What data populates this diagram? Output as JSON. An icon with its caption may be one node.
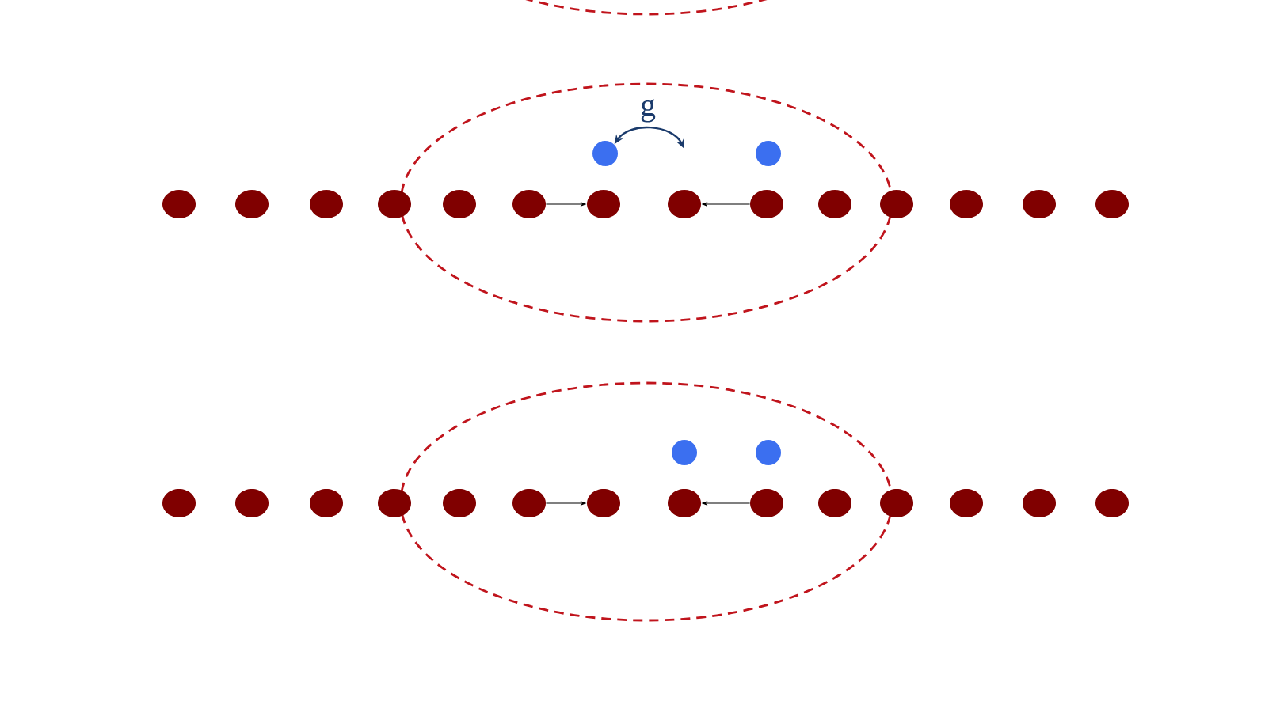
{
  "diagram": {
    "nodes": [
      {
        "text": [],
        "shape": "ellipse"
      },
      {
        "text": [],
        "shape": "ellipse"
      },
      {
        "text": [],
        "shape": "circle",
        "in": 1
      },
      {
        "text": [],
        "shape": "circle",
        "in": 1
      },
      {
        "text": [],
        "shape": "circle"
      },
      {
        "text": [],
        "shape": "circle"
      },
      {
        "text": [],
        "shape": "circle"
      },
      {
        "text": [],
        "shape": "circle"
      },
      {
        "text": [],
        "shape": "circle",
        "in": 1
      },
      {
        "text": [],
        "shape": "circle",
        "in": 1
      },
      {
        "text": [],
        "shape": "circle",
        "in": 1
      },
      {
        "text": [],
        "shape": "circle",
        "in": 1
      },
      {
        "text": [],
        "shape": "circle",
        "in": 1
      },
      {
        "text": [],
        "shape": "circle",
        "in": 1
      },
      {
        "text": [],
        "shape": "circle"
      },
      {
        "text": [],
        "shape": "circle"
      },
      {
        "text": [],
        "shape": "circle"
      },
      {
        "text": [],
        "shape": "circle"
      },
      {
        "text": [],
        "shape": "ellipse"
      },
      {
        "text": [],
        "shape": "circle",
        "in": 18
      },
      {
        "text": [],
        "shape": "circle",
        "in": 18
      },
      {
        "text": [],
        "shape": "circle"
      },
      {
        "text": [],
        "shape": "circle"
      },
      {
        "text": [],
        "shape": "circle"
      },
      {
        "text": [],
        "shape": "circle"
      },
      {
        "text": [],
        "shape": "circle",
        "in": 18
      },
      {
        "text": [],
        "shape": "circle",
        "in": 18
      },
      {
        "text": [],
        "shape": "circle",
        "in": 18
      },
      {
        "text": [],
        "shape": "circle",
        "in": 18
      },
      {
        "text": [],
        "shape": "circle",
        "in": 18
      },
      {
        "text": [],
        "shape": "circle",
        "in": 18
      },
      {
        "text": [],
        "shape": "circle"
      },
      {
        "text": [],
        "shape": "circle"
      },
      {
        "text": [],
        "shape": "circle"
      },
      {
        "text": [],
        "shape": "circle"
      }
    ],
    "edges": [
      {
        "from": 9,
        "to": 10,
        "arrow": "to"
      },
      {
        "from": 12,
        "to": 11,
        "arrow": "to"
      },
      {
        "from": null,
        "to": 2,
        "arrow": "both",
        "label": "g",
        "color": "#1a3a6b"
      },
      {
        "from": 26,
        "to": 27,
        "arrow": "to"
      },
      {
        "from": 29,
        "to": 28,
        "arrow": "to"
      }
    ]
  }
}
